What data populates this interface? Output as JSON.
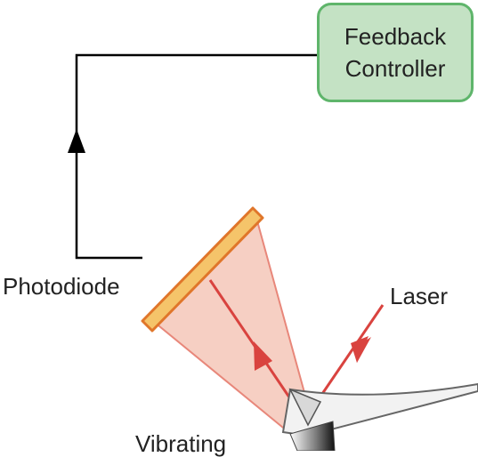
{
  "controller": {
    "line1": "Feedback",
    "line2": "Controller"
  },
  "labels": {
    "photodiode": "Photodiode",
    "laser": "Laser",
    "vibrating": "Vibrating"
  },
  "colors": {
    "controller_fill": "#c4e2c4",
    "controller_border": "#5fb56b",
    "photodiode_fill": "#f5c46a",
    "photodiode_border": "#e0762a",
    "beam": "#d9433f",
    "beam_cone": "#f6cfc3",
    "wire": "#000000"
  },
  "icons": {
    "wire_arrow": "arrow-up-icon",
    "laser_arrow": "arrow-down-left-icon",
    "reflected_arrow": "arrow-up-icon"
  }
}
